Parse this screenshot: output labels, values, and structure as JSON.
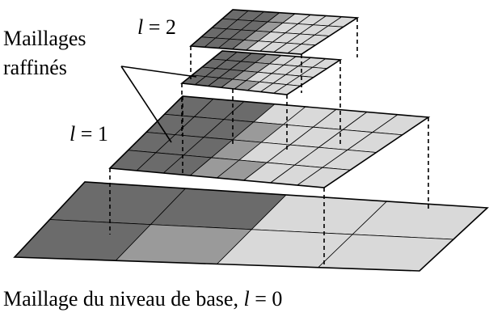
{
  "labels": {
    "refined_line1": "Maillages",
    "refined_line2": "raffinés",
    "level2_var": "l",
    "level2_eq": " = 2",
    "level1_var": "l",
    "level1_eq": " = 1",
    "caption_text": "Maillage du niveau de base, ",
    "caption_var": "l",
    "caption_eq": " = 0"
  },
  "colors": {
    "dark": "#6b6b6b",
    "medium": "#9a9a9a",
    "light": "#d9d9d9",
    "line": "#000000"
  },
  "grids": {
    "base": {
      "cols": 4,
      "rows": 2,
      "shades": [
        [
          "dark",
          "dark",
          "light",
          "light"
        ],
        [
          "dark",
          "medium",
          "light",
          "light"
        ]
      ]
    },
    "level1": {
      "cols": 8,
      "rows": 4,
      "shades": [
        [
          "dark",
          "dark",
          "dark",
          "light",
          "light",
          "light",
          "light",
          "light"
        ],
        [
          "dark",
          "dark",
          "dark",
          "medium",
          "light",
          "light",
          "light",
          "light"
        ],
        [
          "dark",
          "dark",
          "dark",
          "medium",
          "light",
          "light",
          "light",
          "light"
        ],
        [
          "dark",
          "dark",
          "dark",
          "medium",
          "medium",
          "light",
          "light",
          "light"
        ]
      ]
    },
    "level2_lower": {
      "cols": 8,
      "rows": 4,
      "shades": [
        [
          "dark",
          "dark",
          "dark",
          "medium",
          "light",
          "light",
          "light",
          "light"
        ],
        [
          "dark",
          "dark",
          "dark",
          "medium",
          "light",
          "light",
          "light",
          "light"
        ],
        [
          "dark",
          "dark",
          "dark",
          "medium",
          "light",
          "light",
          "light",
          "light"
        ],
        [
          "dark",
          "dark",
          "dark",
          "medium",
          "medium",
          "light",
          "light",
          "light"
        ]
      ]
    },
    "level2_upper": {
      "cols": 8,
      "rows": 4,
      "shades": [
        [
          "dark",
          "dark",
          "dark",
          "medium",
          "light",
          "light",
          "light",
          "light"
        ],
        [
          "dark",
          "dark",
          "dark",
          "medium",
          "light",
          "light",
          "light",
          "light"
        ],
        [
          "dark",
          "dark",
          "dark",
          "medium",
          "light",
          "light",
          "light",
          "light"
        ],
        [
          "dark",
          "dark",
          "dark",
          "medium",
          "light",
          "light",
          "light",
          "light"
        ]
      ]
    }
  }
}
